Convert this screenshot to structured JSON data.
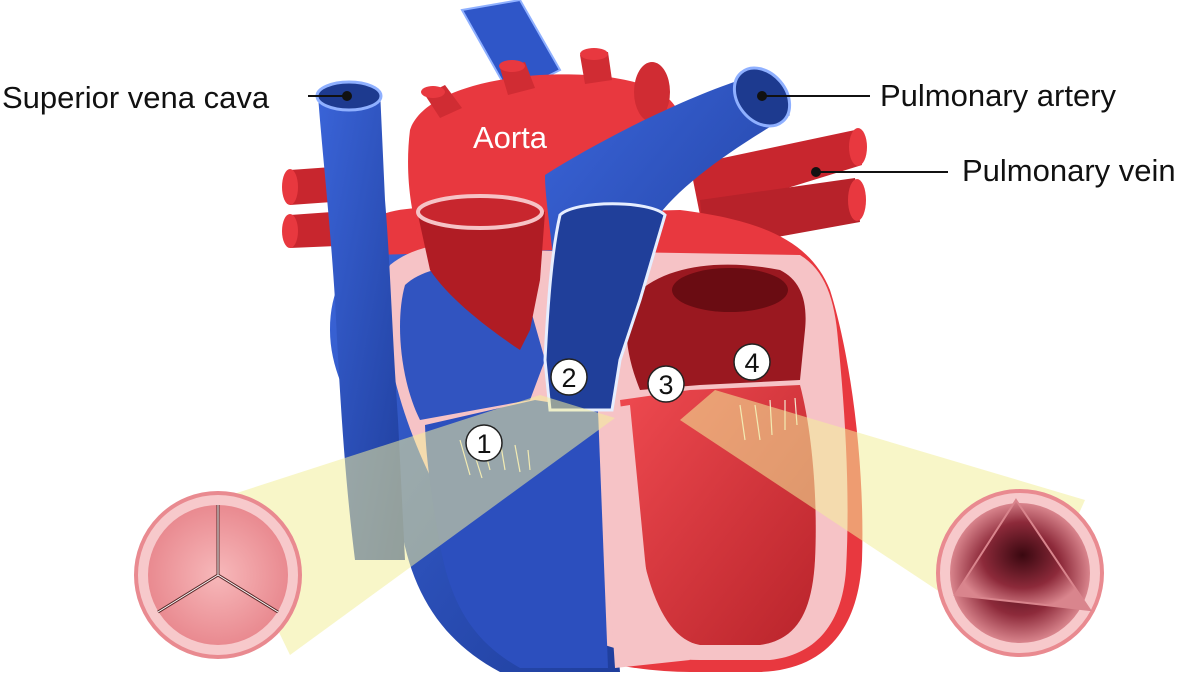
{
  "labels": {
    "superior_vena_cava": "Superior vena cava",
    "pulmonary_artery": "Pulmonary artery",
    "pulmonary_vein": "Pulmonary vein",
    "aorta": "Aorta"
  },
  "valve_markers": [
    "1",
    "2",
    "3",
    "4"
  ],
  "colors": {
    "oxygenated": "#e8383f",
    "oxygenated_dark": "#b01c24",
    "deoxygenated": "#2f56c8",
    "deoxygenated_dark": "#1d3a8f",
    "wall": "#f6c3c6",
    "magnifier": "#f3ee9a"
  }
}
